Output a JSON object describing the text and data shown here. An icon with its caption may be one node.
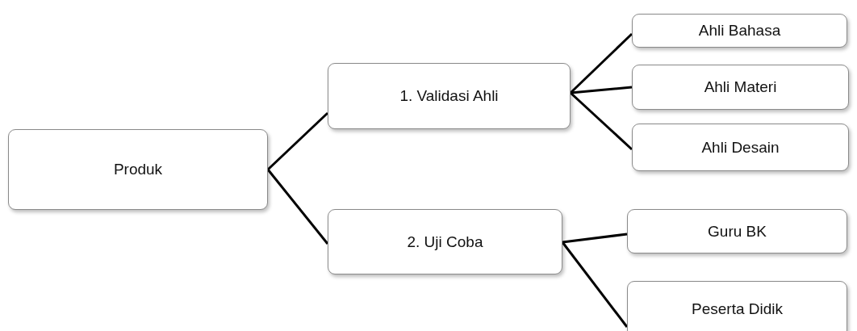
{
  "diagram": {
    "nodes": [
      {
        "text": [
          "Produk"
        ]
      },
      {
        "text": [
          "1. Validasi Ahli"
        ]
      },
      {
        "text": [
          "2. Uji Coba"
        ]
      },
      {
        "text": [
          "Ahli Bahasa"
        ]
      },
      {
        "text": [
          "Ahli Materi"
        ]
      },
      {
        "text": [
          "Ahli Desain"
        ]
      },
      {
        "text": [
          "Guru BK"
        ]
      },
      {
        "text": [
          "Peserta Didik"
        ]
      }
    ],
    "edges": [
      {
        "from": 0,
        "to": 1,
        "arrow": "none"
      },
      {
        "from": 0,
        "to": 2,
        "arrow": "none"
      },
      {
        "from": 1,
        "to": 3,
        "arrow": "none"
      },
      {
        "from": 1,
        "to": 4,
        "arrow": "none"
      },
      {
        "from": 1,
        "to": 5,
        "arrow": "none"
      },
      {
        "from": 2,
        "to": 6,
        "arrow": "none"
      },
      {
        "from": 2,
        "to": 7,
        "arrow": "none"
      }
    ]
  }
}
